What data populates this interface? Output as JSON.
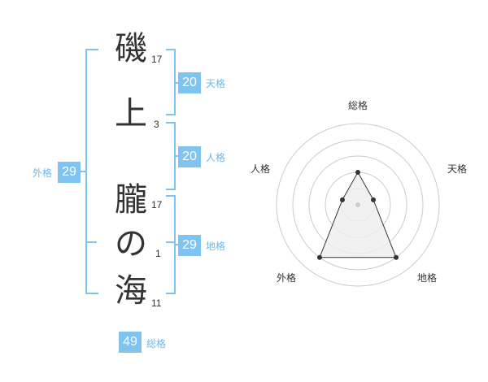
{
  "name": {
    "chars": [
      {
        "char": "磯",
        "strokes": "17"
      },
      {
        "char": "上",
        "strokes": "3"
      },
      {
        "char": "朧",
        "strokes": "17"
      },
      {
        "char": "の",
        "strokes": "1"
      },
      {
        "char": "海",
        "strokes": "11"
      }
    ]
  },
  "kakusu": {
    "tenkaku": {
      "value": "20",
      "label": "天格"
    },
    "jinkaku": {
      "value": "20",
      "label": "人格"
    },
    "chikaku": {
      "value": "29",
      "label": "地格"
    },
    "gaikaku": {
      "value": "29",
      "label": "外格"
    },
    "soukaku": {
      "value": "49",
      "label": "総格"
    }
  },
  "radar": {
    "axis_labels": [
      "総格",
      "天格",
      "地格",
      "外格",
      "人格"
    ],
    "levels": [
      0.4,
      0.2,
      0.8,
      0.8,
      0.2
    ],
    "colors": {
      "fill": "#eeeeee",
      "stroke": "#333333",
      "ring": "#cccccc",
      "accent": "#7fc4f0"
    }
  }
}
